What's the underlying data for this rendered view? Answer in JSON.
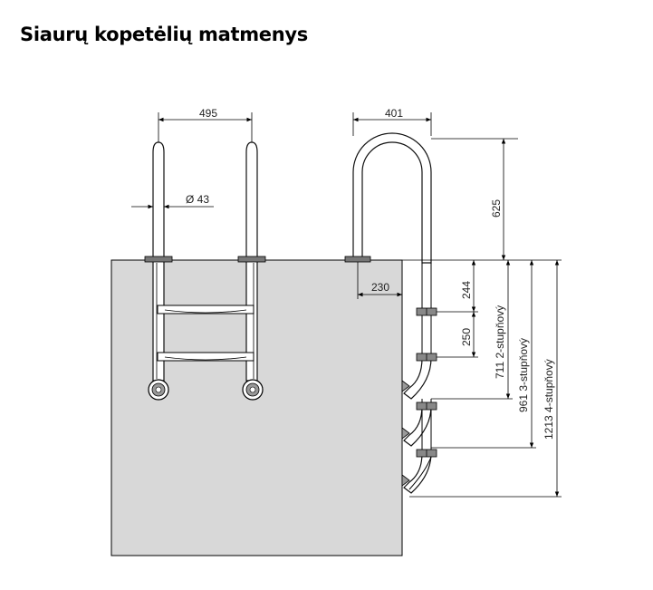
{
  "title": "Siaurų kopetėlių matmenys",
  "front_view": {
    "width_label": "495",
    "diameter_label": "Ø 43"
  },
  "side_view": {
    "depth_label": "401",
    "height_label": "625",
    "offset_label": "230",
    "step1_label": "244",
    "step_spacing_label": "250",
    "depth_2_label": "711  2-stupňový",
    "depth_3_label": "961  3-stupňový",
    "depth_4_label": "1213  4-stupňový"
  },
  "colors": {
    "wall_fill": "#d8d8d8",
    "line": "#000000",
    "tube_fill": "#ffffff"
  }
}
